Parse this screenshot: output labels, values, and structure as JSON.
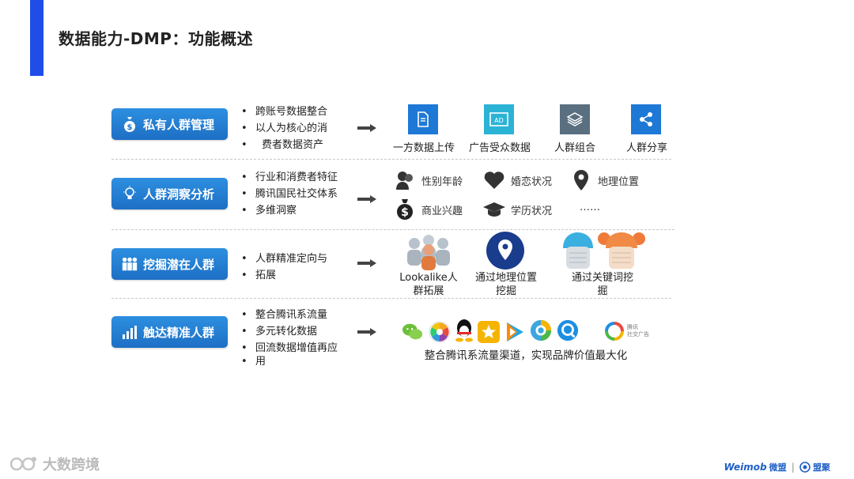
{
  "header": {
    "title": "数据能力-DMP：功能概述"
  },
  "colors": {
    "accent": "#1f4de8",
    "pill": "#1f76cf",
    "tile_blue": "#1e78d6",
    "tile_cyan": "#2bb3d6",
    "tile_slate": "#5a6f80"
  },
  "rows": [
    {
      "pill": "私有人群管理",
      "pill_icon": "money-bag-icon",
      "bullets": [
        "跨账号数据整合",
        "以人为核心的消",
        "费者数据资产"
      ],
      "tiles": [
        {
          "label": "一方数据上传",
          "icon": "document-icon"
        },
        {
          "label": "广告受众数据",
          "icon": "ad-icon"
        },
        {
          "label": "人群组合",
          "icon": "layers-icon"
        },
        {
          "label": "人群分享",
          "icon": "share-icon"
        }
      ]
    },
    {
      "pill": "人群洞察分析",
      "pill_icon": "lightbulb-icon",
      "bullets": [
        "行业和消费者特征",
        "腾讯国民社交体系",
        "多维洞察"
      ],
      "attributes": [
        {
          "label": "性别年龄",
          "icon": "people-icon"
        },
        {
          "label": "婚恋状况",
          "icon": "heart-icon"
        },
        {
          "label": "地理位置",
          "icon": "location-icon"
        },
        {
          "label": "商业兴趣",
          "icon": "money-bag-icon"
        },
        {
          "label": "学历状况",
          "icon": "graduation-cap-icon"
        },
        {
          "label": "……",
          "icon": ""
        }
      ]
    },
    {
      "pill": "挖掘潜在人群",
      "pill_icon": "group-icon",
      "bullets": [
        "人群精准定向与",
        "拓展"
      ],
      "items": [
        {
          "label_line1": "Lookalike人",
          "label_line2": "群拓展",
          "icon": "crowd-icon"
        },
        {
          "label_line1": "通过地理位置",
          "label_line2": "挖掘",
          "icon": "map-pin-icon"
        },
        {
          "label_line1": "通过关键词挖",
          "label_line2": "掘",
          "icon": "avatars-icon"
        }
      ]
    },
    {
      "pill": "触达精准人群",
      "pill_icon": "bar-chart-icon",
      "bullets": [
        "整合腾讯系流量",
        "多元转化数据",
        "回流数据增值再应",
        "用"
      ],
      "caption": "整合腾讯系流量渠道，实现品牌价值最大化",
      "apps": [
        "wechat-icon",
        "photo-pinwheel-icon",
        "qq-penguin-icon",
        "star-icon",
        "video-play-icon",
        "browser-icon",
        "search-q-icon",
        "ads-logo-icon"
      ],
      "ads_logo_text_1": "腾讯",
      "ads_logo_text_2": "社交广告"
    }
  ],
  "footer": {
    "left_brand": "大数跨境",
    "right_brand_1": "Weimob",
    "right_brand_2": "微盟",
    "right_brand_3": "盟聚"
  }
}
